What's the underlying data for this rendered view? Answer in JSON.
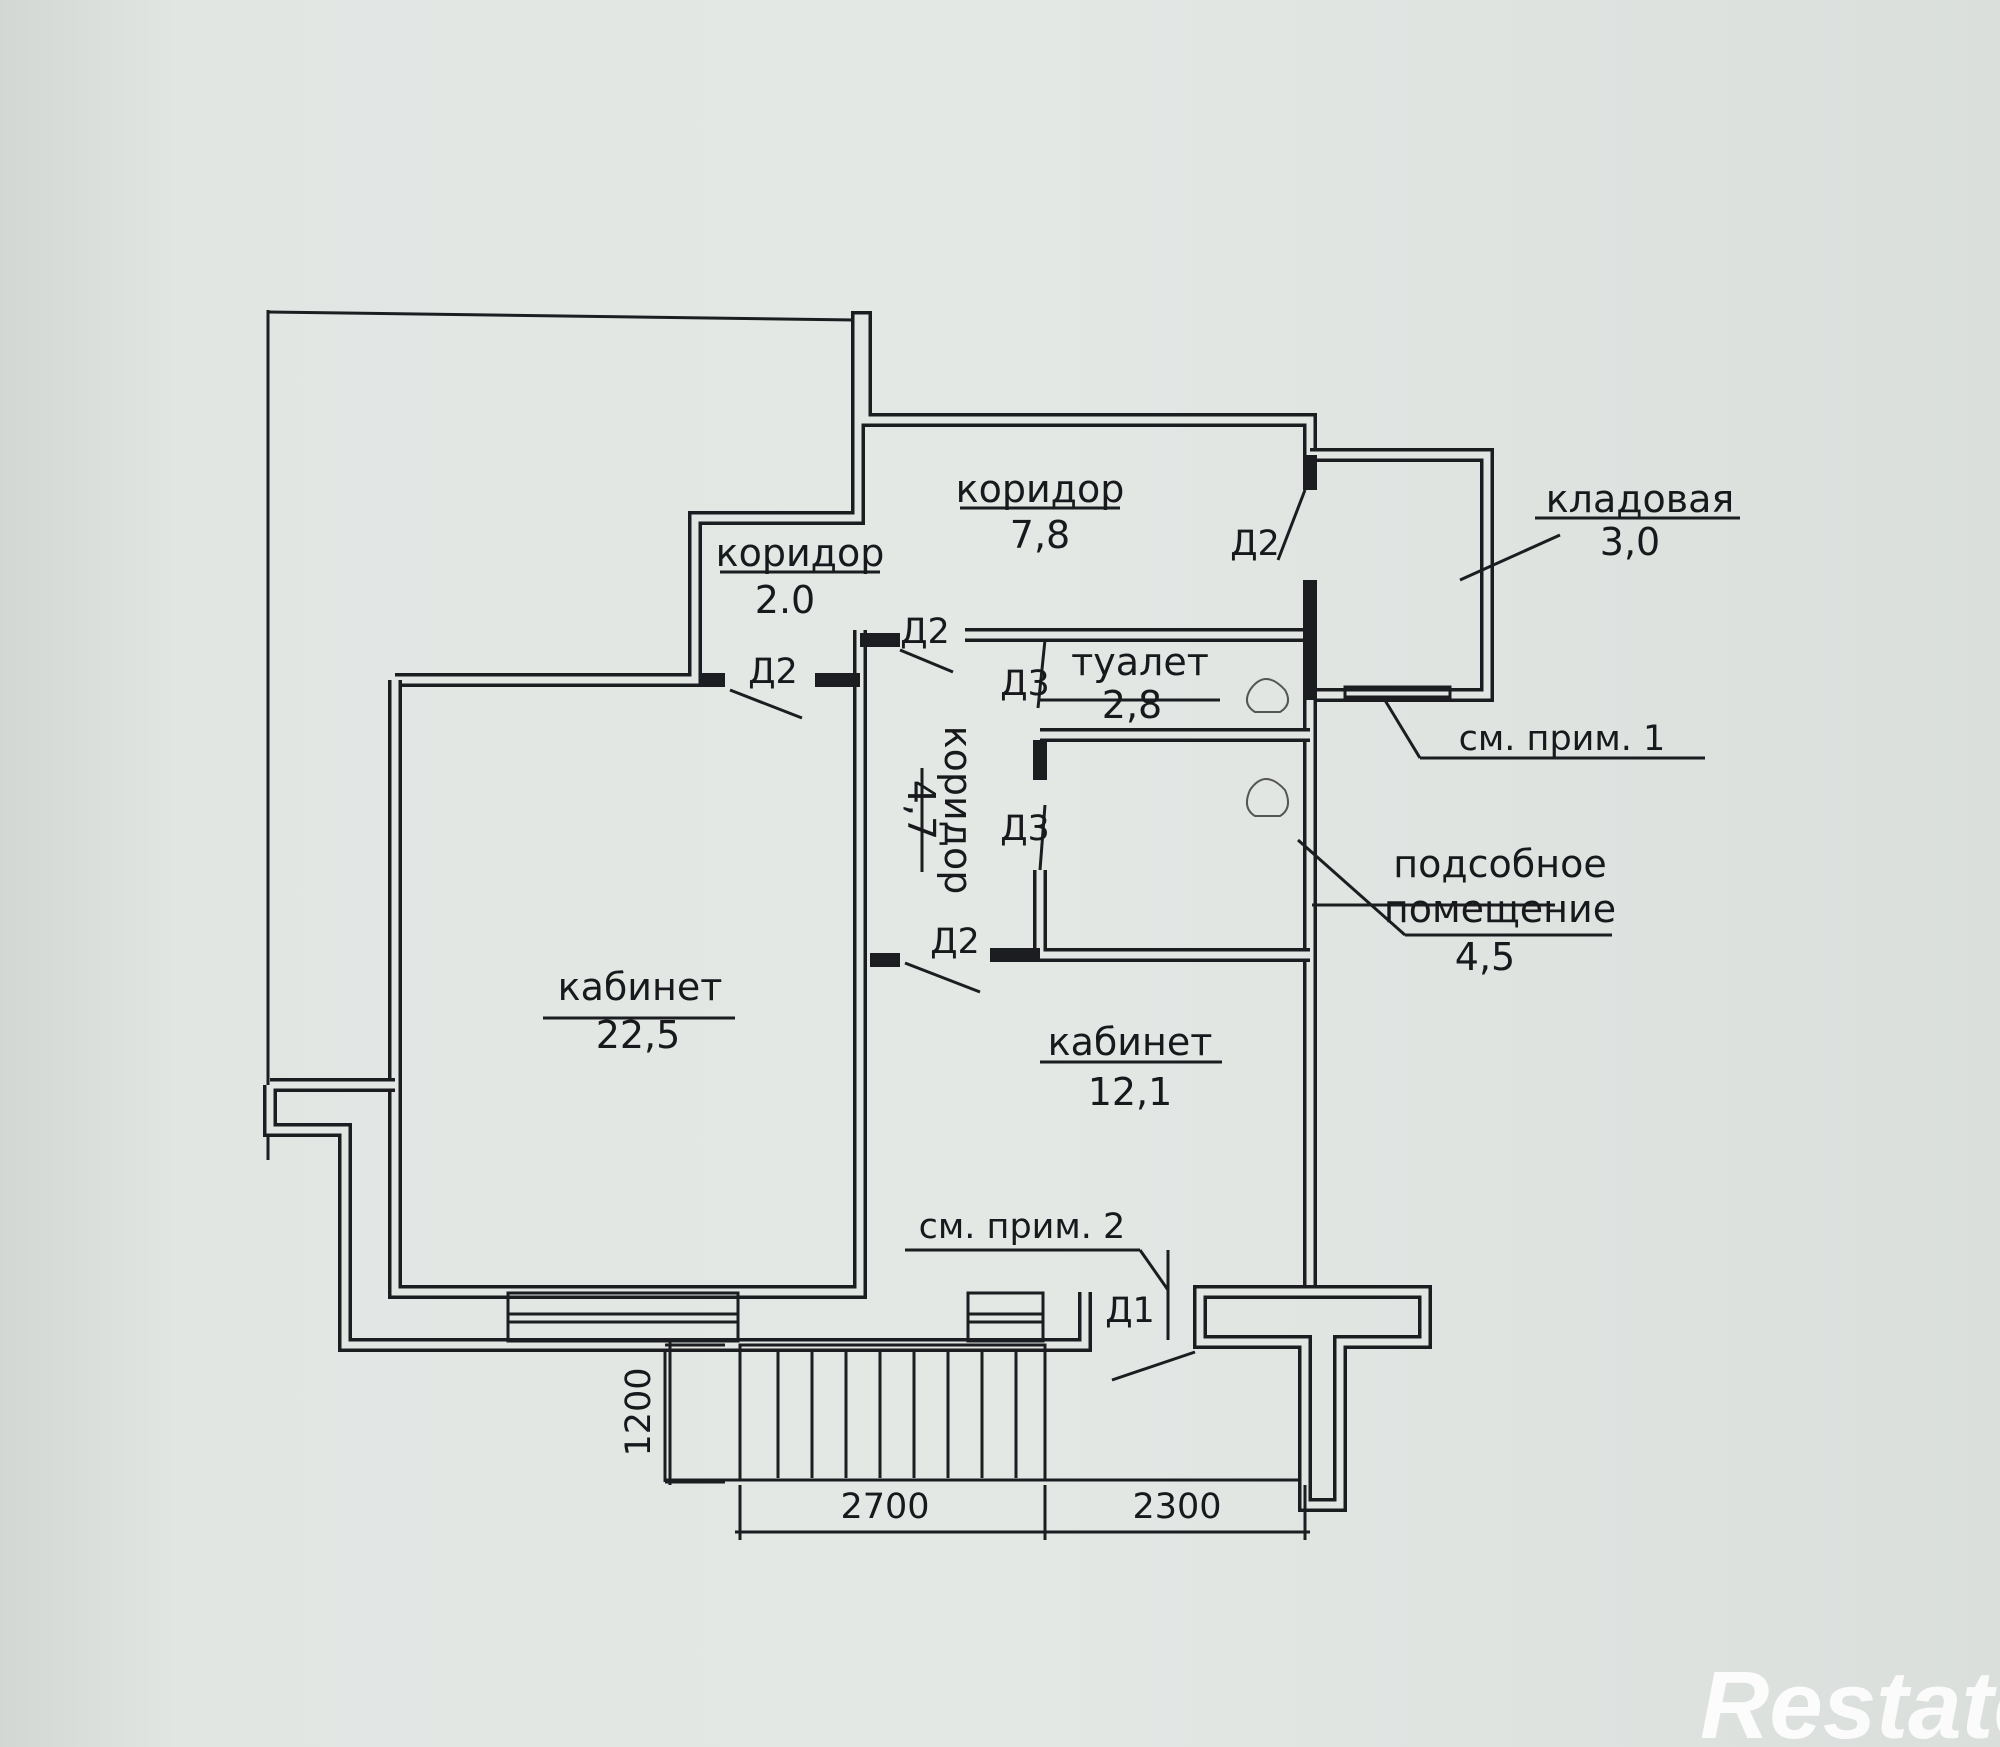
{
  "rooms": [
    {
      "id": "corridor-upper",
      "name": "коридор",
      "area": "7,8"
    },
    {
      "id": "corridor-small",
      "name": "коридор",
      "area": "2.0"
    },
    {
      "id": "storage",
      "name": "кладовая",
      "area": "3,0"
    },
    {
      "id": "toilet",
      "name": "туалет",
      "area": "2,8"
    },
    {
      "id": "corridor-vertical",
      "name": "коридор",
      "area": "4,7"
    },
    {
      "id": "utility",
      "name": "подсобное помещение",
      "name_line1": "подсобное",
      "name_line2": "помещение",
      "area": "4,5"
    },
    {
      "id": "office-large",
      "name": "кабинет",
      "area": "22,5"
    },
    {
      "id": "office-small",
      "name": "кабинет",
      "area": "12,1"
    }
  ],
  "doors": {
    "d2_storage": "Д2",
    "d2_corridor_small": "Д2",
    "d2_corridor_mid": "Д2",
    "d3_toilet": "Д3",
    "d3_utility": "Д3",
    "d2_office_small": "Д2",
    "d1_entrance": "Д1"
  },
  "notes": {
    "note1": "см. прим. 1",
    "note2": "см. прим. 2"
  },
  "dimensions": {
    "stair_depth": "1200",
    "stair_width": "2700",
    "entrance_width": "2300"
  },
  "watermark": "Restate"
}
